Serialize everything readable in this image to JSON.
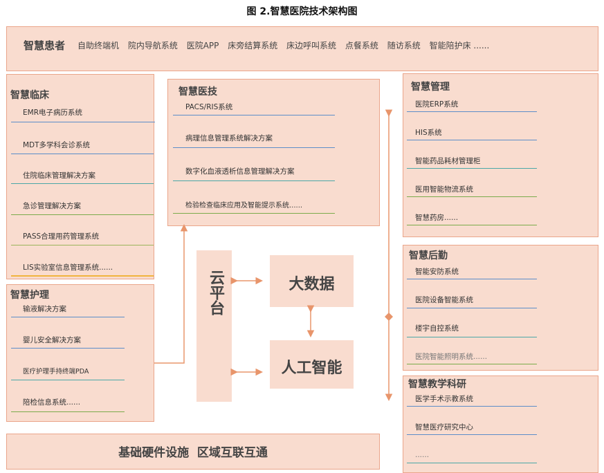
{
  "title": "图 2.智慧医院技术架构图",
  "patient": {
    "header": "智慧患者",
    "items": [
      "自助终端机",
      "院内导航系统",
      "医院APP",
      "床旁结算系统",
      "床边呼叫系统",
      "点餐系统",
      "随访系统",
      "智能陪护床 ......"
    ]
  },
  "clinical": {
    "header": "智慧临床",
    "items": [
      "EMR电子病历系统",
      "MDT多学科会诊系统",
      "住院临床管理解决方案",
      "急诊管理解决方案",
      "PASS合理用药管理系统",
      "LIS实验室信息管理系统......"
    ]
  },
  "nursing": {
    "header": "智慧护理",
    "items": [
      "输液解决方案",
      "婴儿安全解决方案",
      "医疗护理手持终端PDA",
      "陪检信息系统......"
    ]
  },
  "medtech": {
    "header": "智慧医技",
    "items": [
      "PACS/RIS系统",
      "病理信息管理系统解决方案",
      "数字化血液透析信息管理解决方案",
      "检验检查临床应用及智能提示系统......"
    ]
  },
  "management": {
    "header": "智慧管理",
    "items": [
      "医院ERP系统",
      "HIS系统",
      "智能药品耗材管理柜",
      "医用智能物流系统",
      "智慧药房......"
    ]
  },
  "logistics": {
    "header": "智慧后勤",
    "items": [
      "智能安防系统",
      "医院设备智能系统",
      "楼宇自控系统",
      "医院智能照明系统......"
    ]
  },
  "research": {
    "header": "智慧教学科研",
    "items": [
      "医学手术示教系统",
      "智慧医疗研究中心",
      "......"
    ]
  },
  "cloud": "云平台",
  "bigdata": "大数据",
  "ai": "人工智能",
  "infra": "基础硬件设施  区域互联互通",
  "colors": {
    "box_fill": "#f9dccf",
    "box_border": "#eaa58a",
    "arrow": "#e8956b"
  }
}
